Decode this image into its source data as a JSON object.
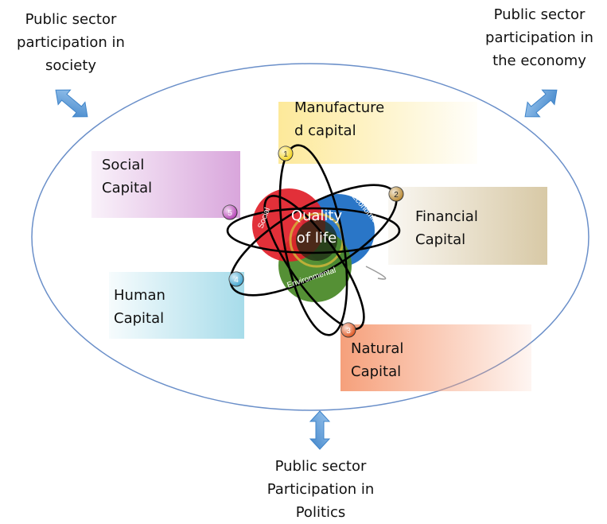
{
  "corner_labels": {
    "top_left": "Public sector\nparticipation in\nsociety",
    "top_right": "Public sector\nparticipation in\nthe economy",
    "bottom": "Public sector\nParticipation in\nPolitics"
  },
  "capitals": {
    "manufactured": "Manufacture\nd capital",
    "social": "Social\nCapital",
    "financial": "Financial\nCapital",
    "human": "Human\nCapital",
    "natural": "Natural\nCapital"
  },
  "core": {
    "center": "Quality\nof life",
    "social": "Social",
    "economic": "Economic",
    "environmental": "Environmental"
  },
  "nodes": [
    "1",
    "2",
    "3",
    "4",
    "5"
  ],
  "colors": {
    "ellipse": "#6a8fc9",
    "arrow": "#5b9bd5",
    "manufactured": "#fde99a",
    "social": "#d9a6dc",
    "financial": "#d8c9a6",
    "human": "#a7dcea",
    "natural": "#f6a07b",
    "core_social": "#e0202a",
    "core_economic": "#1f6fc4",
    "core_environmental": "#4c8a2a",
    "node_1": "#f2d21a",
    "node_2": "#b8862b",
    "node_3": "#e0531c",
    "node_4": "#3aa3d0",
    "node_5": "#b53fb5"
  }
}
